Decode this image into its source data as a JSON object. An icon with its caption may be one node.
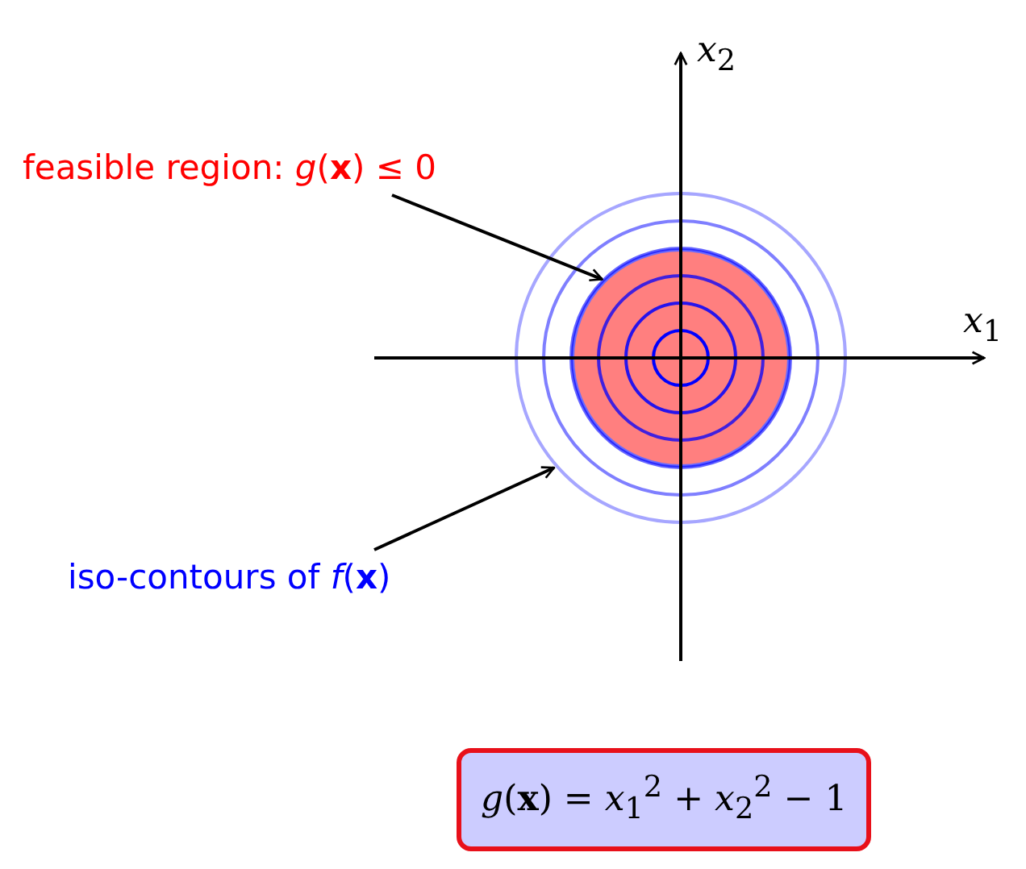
{
  "diagram": {
    "nodes": [
      {
        "text": [
          "feasible region: *g*(**x**) ≤ 0"
        ]
      },
      {
        "text": [],
        "shape": "circle",
        "in": 3
      },
      {
        "text": [
          "iso-contours of *f*(**x**)"
        ]
      },
      {
        "text": [],
        "shape": "circle"
      },
      {
        "text": [
          "*g*(**x**) = *x*$_{1}$$^{2}$ + *x*$_{2}$$^{2}$ − 1"
        ]
      }
    ],
    "edges": [
      {
        "from": 0,
        "to": 1,
        "arrow": "to"
      },
      {
        "from": 2,
        "to": 3,
        "arrow": "to"
      }
    ],
    "labels": [
      "*x*$_{2}$",
      "*x*$_{1}$"
    ]
  }
}
